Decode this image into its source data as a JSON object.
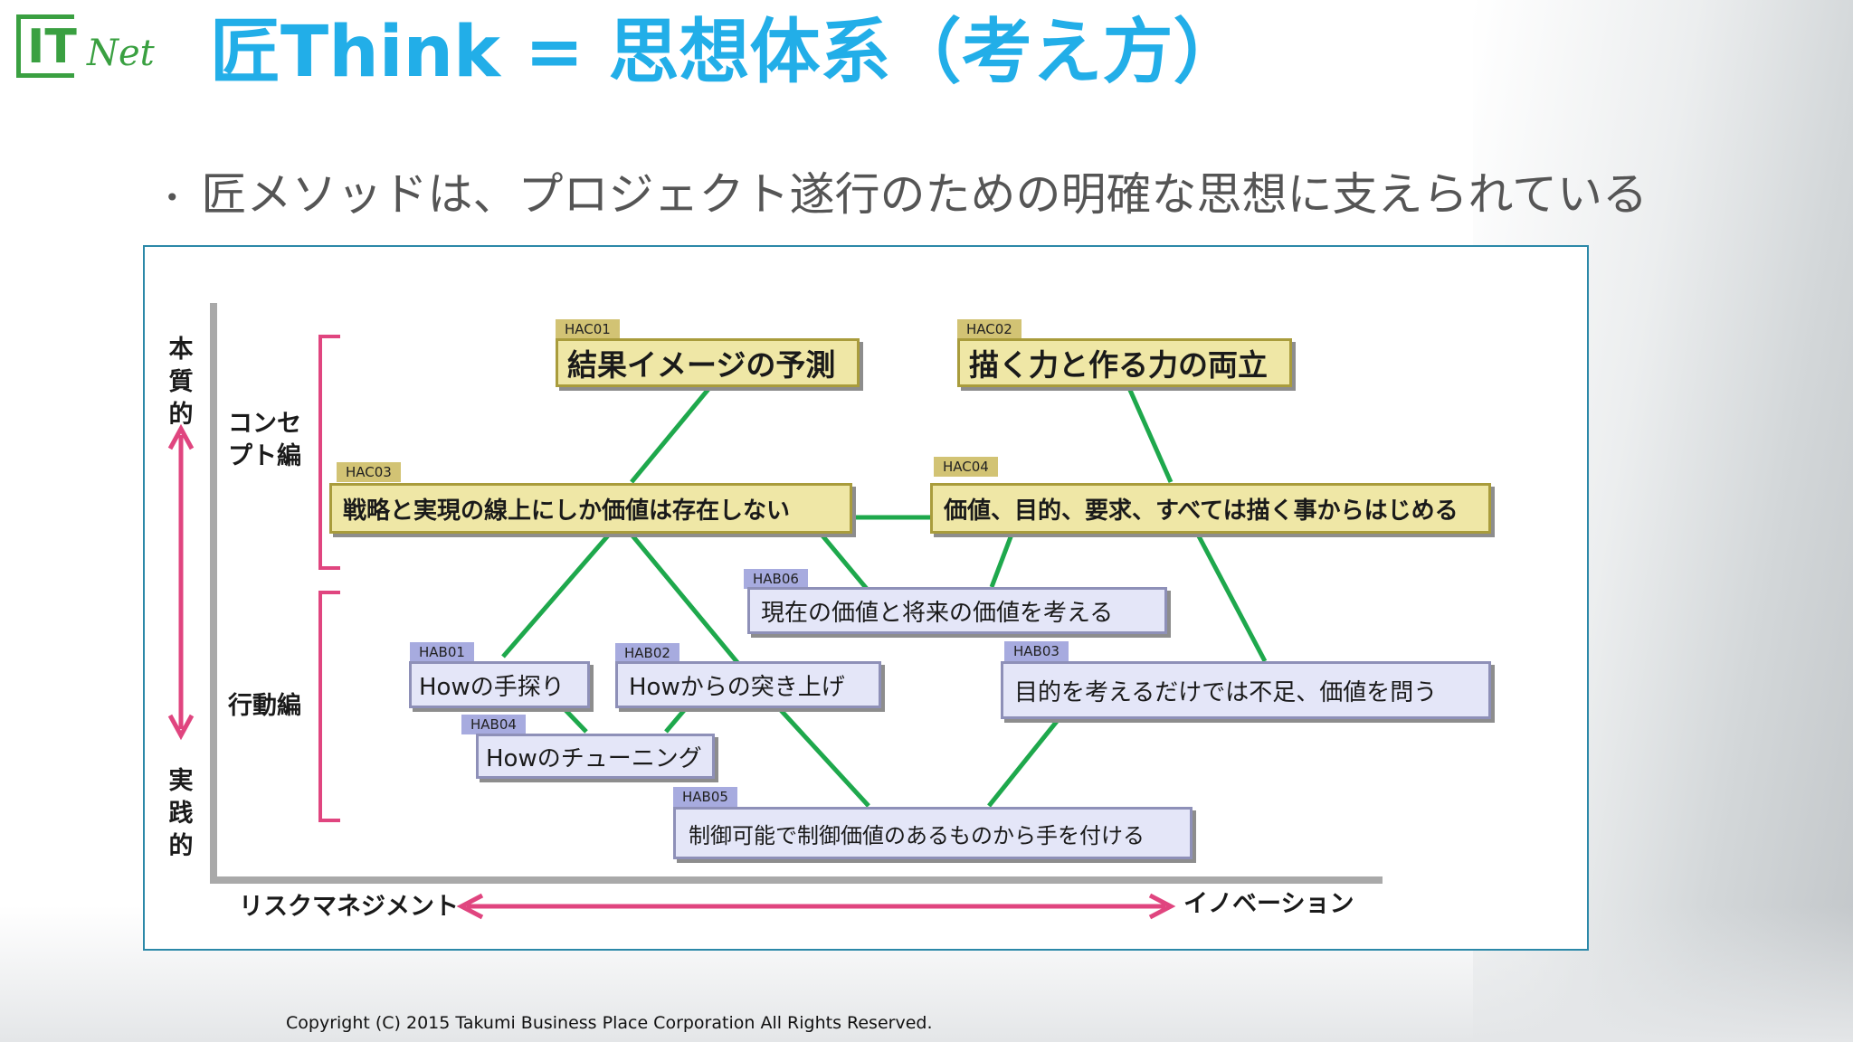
{
  "logo": {
    "it": "IT",
    "net": "Net"
  },
  "title": "匠Think = 思想体系（考え方）",
  "bullet": "匠メソッドは、プロジェクト遂行のための明確な思想に支えられている",
  "diagram": {
    "vertical_axis": {
      "top": "本質的",
      "bottom": "実践的"
    },
    "horizontal_axis": {
      "left": "リスクマネジメント",
      "right": "イノベーション"
    },
    "sections": {
      "concept": "コンセプト編",
      "action": "行動編"
    },
    "nodes": [
      {
        "code": "HAC01",
        "label": "結果イメージの予測"
      },
      {
        "code": "HAC02",
        "label": "描く力と作る力の両立"
      },
      {
        "code": "HAC03",
        "label": "戦略と実現の線上にしか価値は存在しない"
      },
      {
        "code": "HAC04",
        "label": "価値、目的、要求、すべては描く事からはじめる"
      },
      {
        "code": "HAB06",
        "label": "現在の価値と将来の価値を考える"
      },
      {
        "code": "HAB01",
        "label": "Howの手探り"
      },
      {
        "code": "HAB02",
        "label": "Howからの突き上げ"
      },
      {
        "code": "HAB03",
        "label": "目的を考えるだけでは不足、価値を問う"
      },
      {
        "code": "HAB04",
        "label": "Howのチューニング"
      },
      {
        "code": "HAB05",
        "label": "制御可能で制御価値のあるものから手を付ける"
      }
    ]
  },
  "colors": {
    "title": "#22aee8",
    "logo": "#3aa041",
    "arrow": "#e0457f",
    "connector": "#1ea84c",
    "panel_border": "#2b88a8"
  },
  "copyright": "Copyright (C) 2015 Takumi Business Place Corporation All Rights Reserved."
}
